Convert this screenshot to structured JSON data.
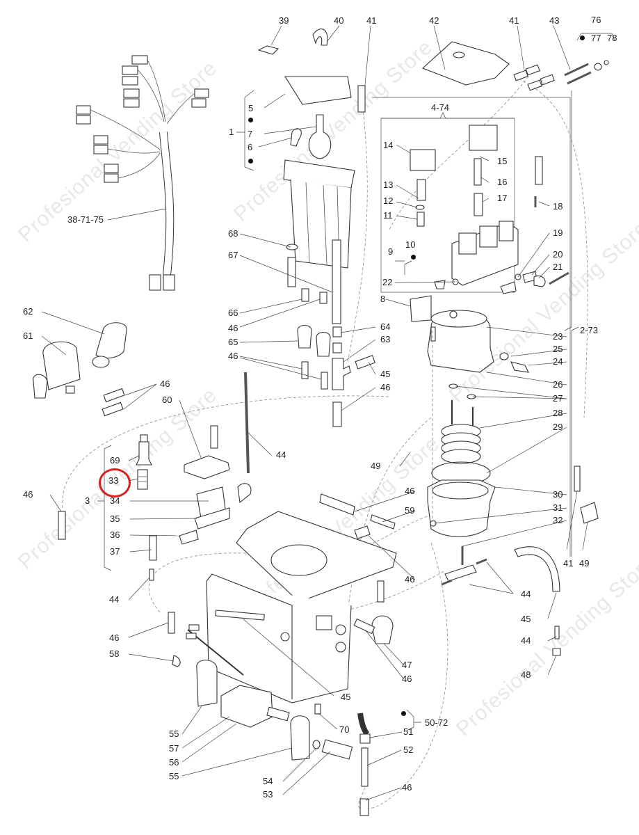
{
  "diagram": {
    "title": "Boiler / water circuit exploded parts diagram",
    "watermark": "Profesional Vending Store",
    "highlight_color": "#d92020",
    "highlighted_part": "33",
    "labels": {
      "p39": "39",
      "p40": "40",
      "p41a": "41",
      "p42": "42",
      "p41b": "41",
      "p43": "43",
      "p76": "76",
      "p77": "77",
      "p78": "78",
      "p5": "5",
      "p1": "1",
      "p7": "7",
      "p6": "6",
      "p4_74": "4-74",
      "p14": "14",
      "p15": "15",
      "p16": "16",
      "p13": "13",
      "p17": "17",
      "p12": "12",
      "p11": "11",
      "p18": "18",
      "p19": "19",
      "p10": "10",
      "p9": "9",
      "p20": "20",
      "p21": "21",
      "p22": "22",
      "p8": "8",
      "p38_71_75": "38-71-75",
      "p68": "68",
      "p67": "67",
      "p66": "66",
      "p46a": "46",
      "p65": "65",
      "p46b": "46",
      "p64": "64",
      "p63": "63",
      "p45a": "45",
      "p46c": "46",
      "p23": "23",
      "p25": "25",
      "p24": "24",
      "p26": "26",
      "p27": "27",
      "p28": "28",
      "p29": "29",
      "p30": "30",
      "p31": "31",
      "p32": "32",
      "p2_73": "2-73",
      "p62": "62",
      "p61": "61",
      "p46d": "46",
      "p60": "60",
      "p44a": "44",
      "p49a": "49",
      "p69": "69",
      "p33": "33",
      "p46e": "46",
      "p3": "3",
      "p34": "34",
      "p35": "35",
      "p36": "36",
      "p37": "37",
      "p46f": "46",
      "p59": "59",
      "p46g": "46",
      "p41c": "41",
      "p49b": "49",
      "p44b": "44",
      "p45b": "45",
      "p44c": "44",
      "p48": "48",
      "p44d": "44",
      "p46h": "46",
      "p58": "58",
      "p47": "47",
      "p46i": "46",
      "p45c": "45",
      "p55a": "55",
      "p70": "70",
      "p50_72": "50-72",
      "p51": "51",
      "p57": "57",
      "p56": "56",
      "p52": "52",
      "p55b": "55",
      "p54": "54",
      "p53": "53",
      "p46j": "46"
    }
  }
}
